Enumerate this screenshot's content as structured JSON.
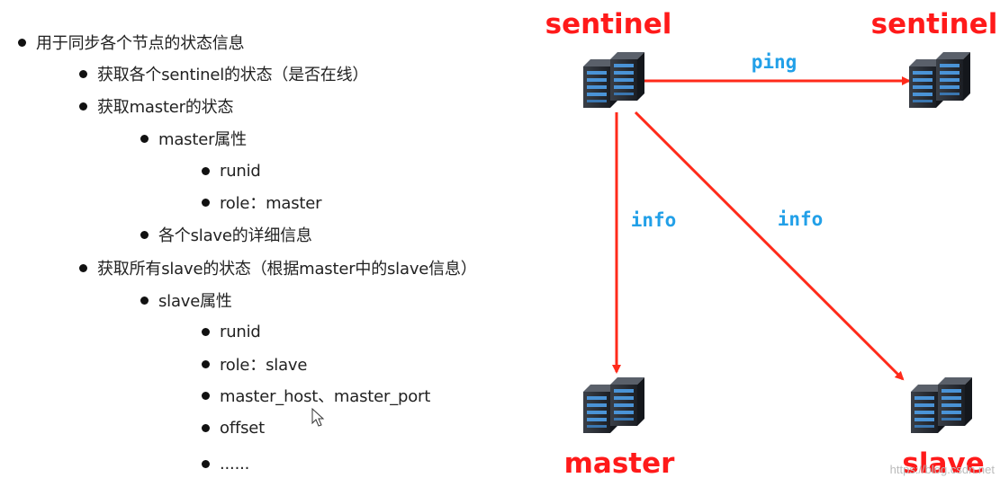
{
  "bullets": [
    {
      "level": 1,
      "text": "用于同步各个节点的状态信息"
    },
    {
      "level": 2,
      "text": "获取各个sentinel的状态（是否在线）"
    },
    {
      "level": 2,
      "text": "获取master的状态"
    },
    {
      "level": 3,
      "text": "master属性"
    },
    {
      "level": 4,
      "text": "runid"
    },
    {
      "level": 4,
      "text": "role：master"
    },
    {
      "level": 3,
      "text": "各个slave的详细信息"
    },
    {
      "level": 2,
      "text": "获取所有slave的状态（根据master中的slave信息）"
    },
    {
      "level": 3,
      "text": "slave属性"
    },
    {
      "level": 4,
      "text": "runid"
    },
    {
      "level": 4,
      "text": "role：slave"
    },
    {
      "level": 4,
      "text": "master_host、master_port"
    },
    {
      "level": 4,
      "text": "offset"
    },
    {
      "level": 4,
      "text": "......"
    }
  ],
  "diagram": {
    "nodes": {
      "sentinel_left": {
        "label": "sentinel"
      },
      "sentinel_right": {
        "label": "sentinel"
      },
      "master": {
        "label": "master"
      },
      "slave": {
        "label": "slave"
      }
    },
    "edges": {
      "ping": {
        "label": "ping"
      },
      "info_master": {
        "label": "info"
      },
      "info_slave": {
        "label": "info"
      }
    },
    "colors": {
      "node_label": "#ff1a1a",
      "arrow": "#ff2a1a",
      "edge_label": "#22a0e8"
    }
  },
  "watermark": "https://blog.csdn.net"
}
